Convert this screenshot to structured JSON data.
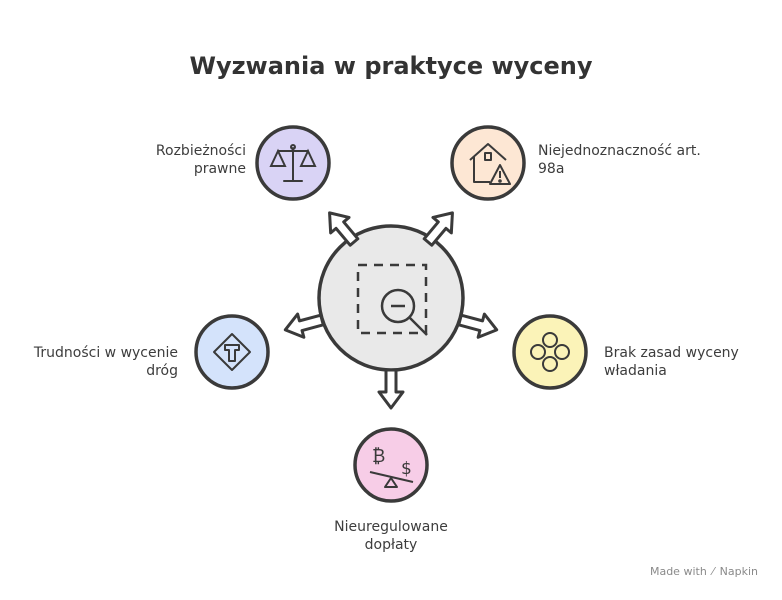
{
  "title": "Wyzwania w praktyce wyceny",
  "items": [
    {
      "id": "legal",
      "line1": "Rozbieżności",
      "line2": "prawne",
      "icon": "scales-icon",
      "color": "#d9d3f5"
    },
    {
      "id": "art98a",
      "line1": "Niejednoznaczność art.",
      "line2": "98a",
      "icon": "house-warning-icon",
      "color": "#fde7d4"
    },
    {
      "id": "roads",
      "line1": "Trudności w wycenie",
      "line2": "dróg",
      "icon": "road-sign-icon",
      "color": "#d4e3fb"
    },
    {
      "id": "possession",
      "line1": "Brak zasad wyceny",
      "line2": "władania",
      "icon": "circles-icon",
      "color": "#fbf3b8"
    },
    {
      "id": "payments",
      "line1": "Nieuregulowane",
      "line2": "dopłaty",
      "icon": "currency-balance-icon",
      "color": "#f7cde7"
    }
  ],
  "center": {
    "icon": "search-zoom-out-icon",
    "color": "#e6e6e6"
  },
  "watermark": {
    "made_with": "Made with",
    "brand": "Napkin"
  }
}
